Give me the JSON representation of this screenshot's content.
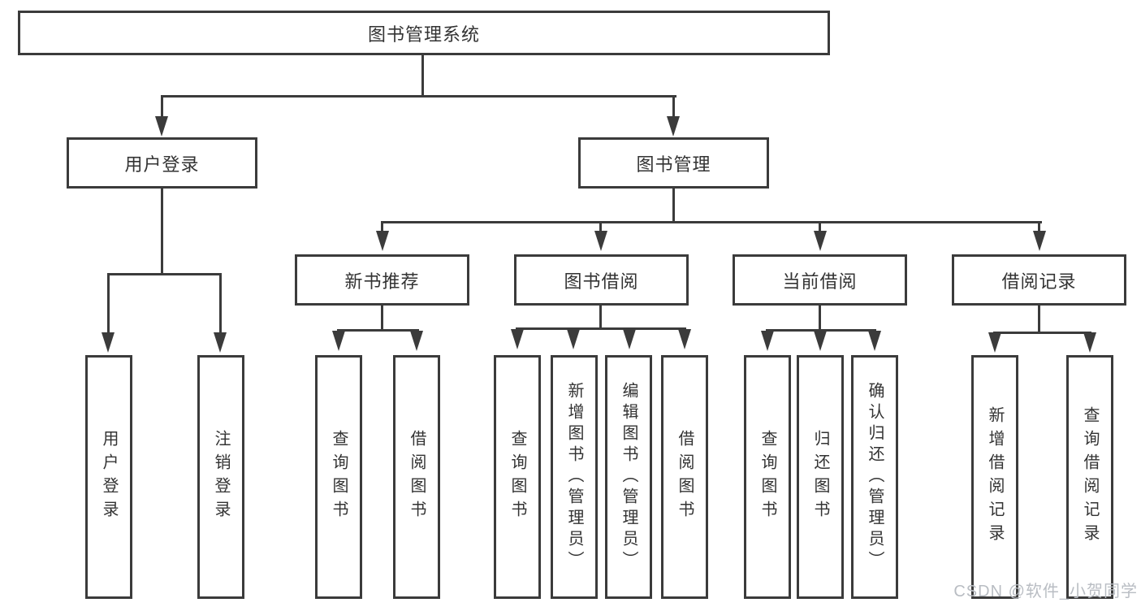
{
  "diagram": {
    "root": {
      "label": "图书管理系统"
    },
    "level1": [
      {
        "label": "用户登录"
      },
      {
        "label": "图书管理"
      }
    ],
    "level2": [
      {
        "label": "新书推荐"
      },
      {
        "label": "图书借阅"
      },
      {
        "label": "当前借阅"
      },
      {
        "label": "借阅记录"
      }
    ],
    "leaves": {
      "user_login": [
        {
          "label": "用户登录"
        },
        {
          "label": "注销登录"
        }
      ],
      "new_book_recommend": [
        {
          "label": "查询图书"
        },
        {
          "label": "借阅图书"
        }
      ],
      "book_borrow": [
        {
          "label": "查询图书"
        },
        {
          "label": "新增图书（管理员）"
        },
        {
          "label": "编辑图书（管理员）"
        },
        {
          "label": "借阅图书"
        }
      ],
      "current_borrow": [
        {
          "label": "查询图书"
        },
        {
          "label": "归还图书"
        },
        {
          "label": "确认归还（管理员）"
        }
      ],
      "borrow_records": [
        {
          "label": "新增借阅记录"
        },
        {
          "label": "查询借阅记录"
        }
      ]
    }
  },
  "watermark": {
    "text": "CSDN @软件_小贺同学"
  },
  "colors": {
    "line": "#3b3b3b",
    "text": "#333333",
    "bg": "#ffffff",
    "watermark": "#b9bdc3"
  }
}
